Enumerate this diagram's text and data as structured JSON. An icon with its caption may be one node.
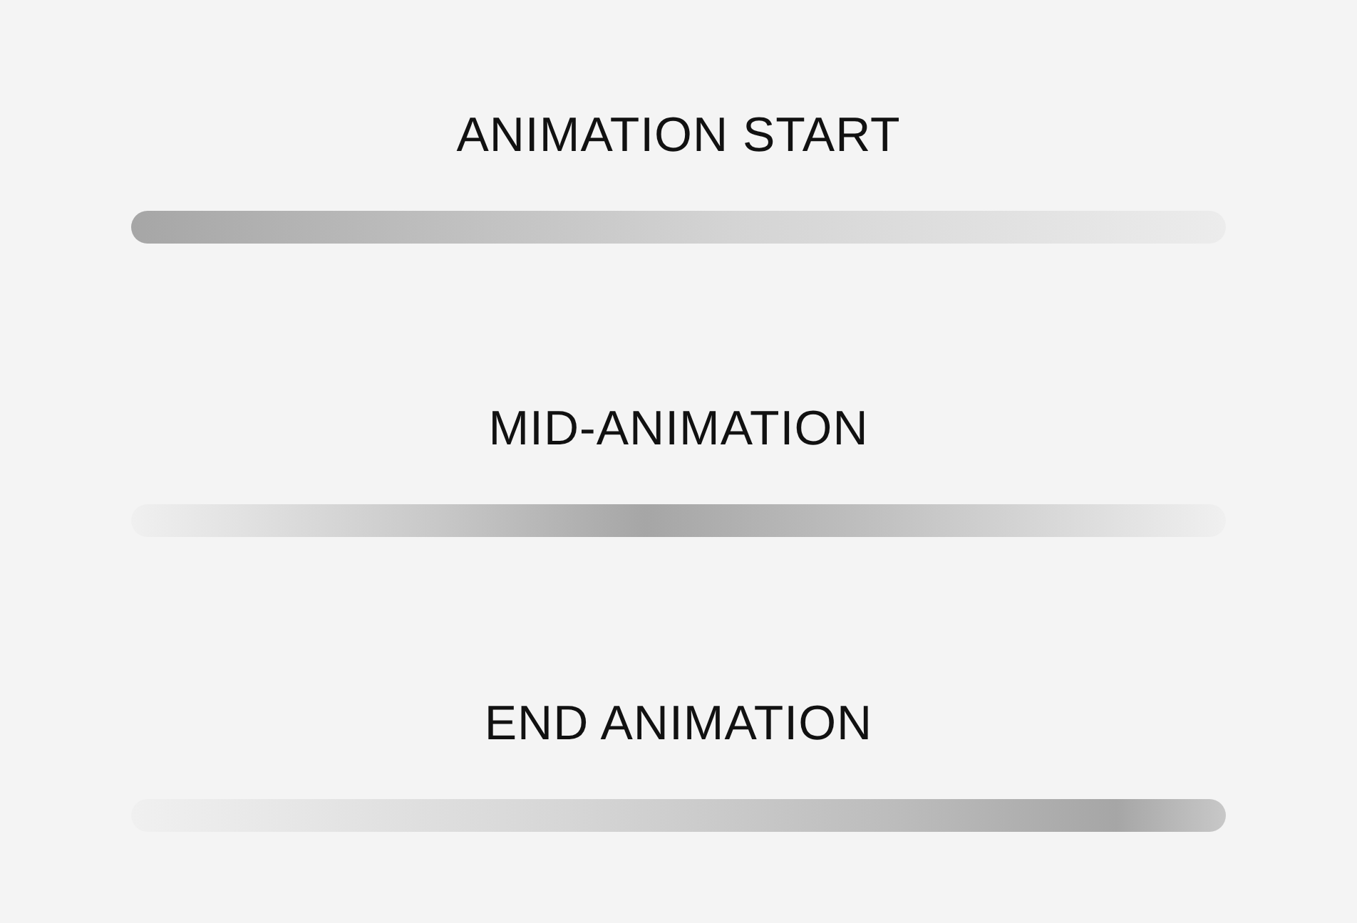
{
  "diagram": {
    "nodes": [
      {
        "text": [
          "ANIMATION START"
        ]
      },
      {
        "text": [
          "MID-ANIMATION"
        ]
      },
      {
        "text": [
          "END ANIMATION"
        ]
      }
    ]
  }
}
